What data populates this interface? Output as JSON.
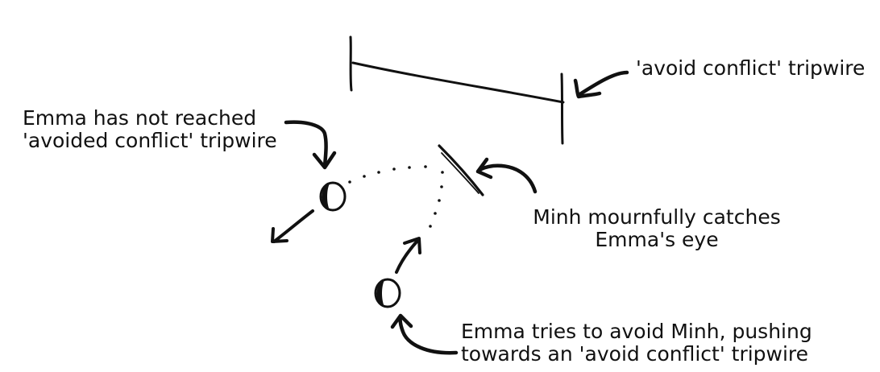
{
  "labels": {
    "tripwire": "'avoid conflict' tripwire",
    "emma_not_reached_line1": "Emma has not reached",
    "emma_not_reached_line2": "'avoided conflict' tripwire",
    "minh_line1": "Minh mournfully catches",
    "minh_line2": "Emma's eye",
    "emma_tries_line1": "Emma tries to avoid Minh, pushing",
    "emma_tries_line2": "towards an 'avoid conflict' tripwire"
  },
  "colors": {
    "ink": "#111111",
    "background": "#ffffff"
  }
}
